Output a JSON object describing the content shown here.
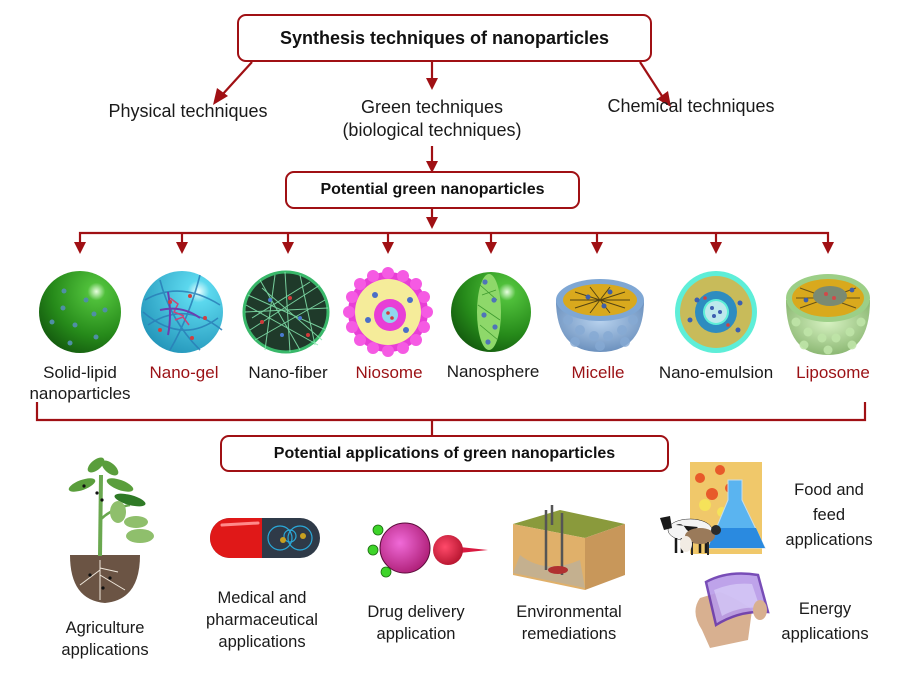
{
  "colors": {
    "arrow": "#a01014",
    "highlight_label": "#9b1115",
    "text": "#1a1a1a"
  },
  "top_box": {
    "title": "Synthesis techniques of nanoparticles"
  },
  "techniques": [
    {
      "label": "Physical techniques"
    },
    {
      "label_line1": "Green techniques",
      "label_line2": "(biological techniques)"
    },
    {
      "label": "Chemical techniques"
    }
  ],
  "middle_box": {
    "title": "Potential green nanoparticles"
  },
  "nanoparticles": [
    {
      "label_line1": "Solid-lipid",
      "label_line2": "nanoparticles",
      "highlight": false,
      "icon": "solid-lipid-nanoparticle"
    },
    {
      "label": "Nano-gel",
      "highlight": true,
      "icon": "nano-gel"
    },
    {
      "label": "Nano-fiber",
      "highlight": false,
      "icon": "nano-fiber"
    },
    {
      "label": "Niosome",
      "highlight": true,
      "icon": "niosome"
    },
    {
      "label": "Nanosphere",
      "highlight": false,
      "icon": "nanosphere"
    },
    {
      "label": "Micelle",
      "highlight": true,
      "icon": "micelle"
    },
    {
      "label": "Nano-emulsion",
      "highlight": false,
      "icon": "nano-emulsion"
    },
    {
      "label": "Liposome",
      "highlight": true,
      "icon": "liposome"
    }
  ],
  "bottom_box": {
    "title": "Potential applications of green nanoparticles"
  },
  "applications": [
    {
      "lines": [
        "Agriculture",
        "applications"
      ],
      "icon": "plant"
    },
    {
      "lines": [
        "Medical and",
        "pharmaceutical",
        "applications"
      ],
      "icon": "capsule"
    },
    {
      "lines": [
        "Drug delivery",
        "application"
      ],
      "icon": "drug-carrier"
    },
    {
      "lines": [
        "Environmental",
        "remediations"
      ],
      "icon": "soil-wells"
    },
    {
      "lines": [
        "Food and",
        "feed",
        "applications"
      ],
      "icon": "food-livestock"
    },
    {
      "lines": [
        "Energy",
        "applications"
      ],
      "icon": "flexible-solar-film"
    }
  ]
}
